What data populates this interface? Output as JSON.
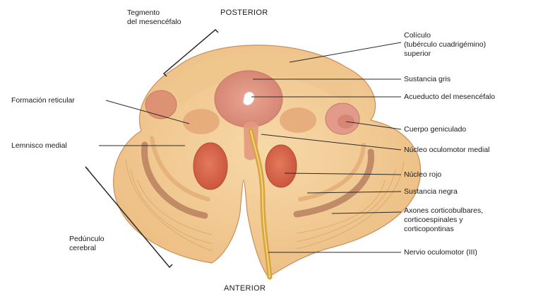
{
  "orientation": {
    "posterior": "POSTERIOR",
    "anterior": "ANTERIOR"
  },
  "labels": {
    "tegmento": [
      "Tegmento",
      "del mesencéfalo"
    ],
    "formacion_reticular": "Formación reticular",
    "lemnisco_medial": "Lemnisco medial",
    "pedunculo_cerebral": [
      "Pedúnculo",
      "cerebral"
    ],
    "coliculo_superior": [
      "Colículo",
      "(tubérculo cuadrigémino)",
      "superior"
    ],
    "sustancia_gris": "Sustancia gris",
    "acueducto": "Acueducto del mesencéfalo",
    "cuerpo_geniculado": "Cuerpo geniculado",
    "nucleo_oculomotor": "Núcleo oculomotor medial",
    "nucleo_rojo": "Núcleo rojo",
    "sustancia_negra": "Sustancia negra",
    "axones": [
      "Axones corticobulbares,",
      "corticoespinales y",
      "corticopontinas"
    ],
    "nervio_oculomotor": "Nervio oculomotor (III)"
  },
  "colors": {
    "tissue": "#f2c98f",
    "tissue_dark": "#e0a970",
    "gray_matter": "#d98a7a",
    "red_nucleus": "#d9624a",
    "substantia_nigra": "#b87a5e",
    "nerve": "#d8a53a",
    "leader_line": "#2a2a2a"
  }
}
